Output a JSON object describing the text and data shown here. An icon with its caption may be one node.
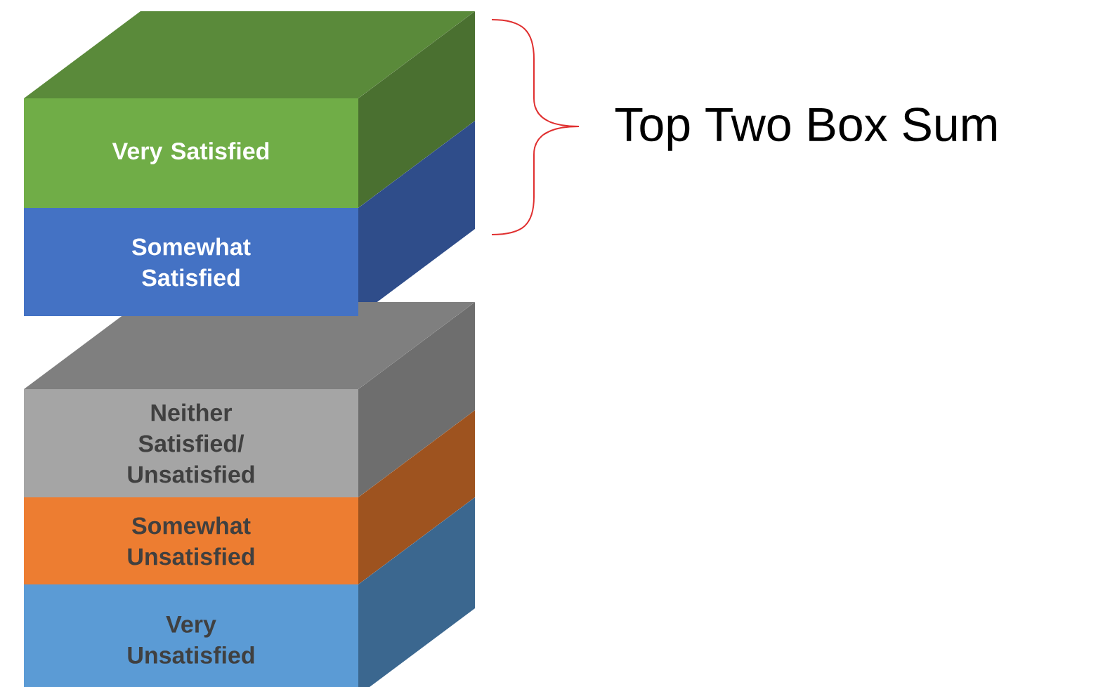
{
  "diagram": {
    "nodes": [
      {
        "text": [
          "Very Satisfied"
        ]
      },
      {
        "text": [
          "Somewhat Satisfied"
        ]
      },
      {
        "text": [
          "Neither Satisfied/ Unsatisfied"
        ]
      },
      {
        "text": [
          "Somewhat Unsatisfied"
        ]
      },
      {
        "text": [
          "Very Unsatisfied"
        ]
      }
    ],
    "labels": [
      "Top Two Box Sum"
    ]
  }
}
